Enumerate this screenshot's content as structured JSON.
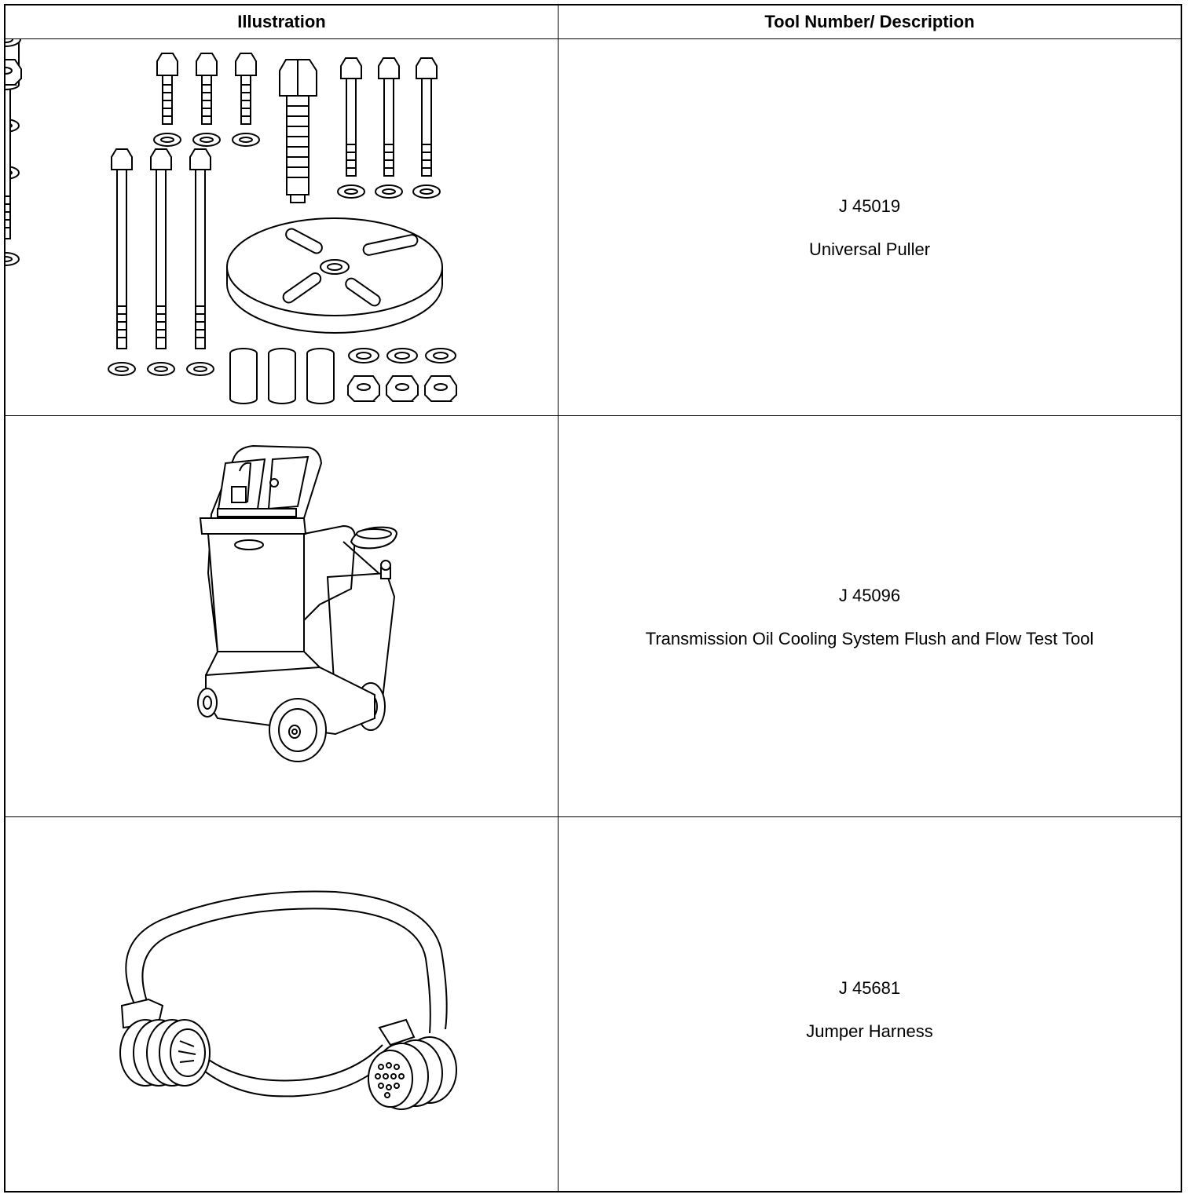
{
  "header": {
    "illustration": "Illustration",
    "tool": "Tool Number/ Description"
  },
  "rows": [
    {
      "number": "J 45019",
      "description": "Universal Puller",
      "icon": "universal-puller-icon"
    },
    {
      "number": "J 45096",
      "description": "Transmission Oil Cooling System Flush and Flow Test Tool",
      "icon": "flush-flow-cart-icon"
    },
    {
      "number": "J 45681",
      "description": "Jumper Harness",
      "icon": "jumper-harness-icon"
    }
  ]
}
